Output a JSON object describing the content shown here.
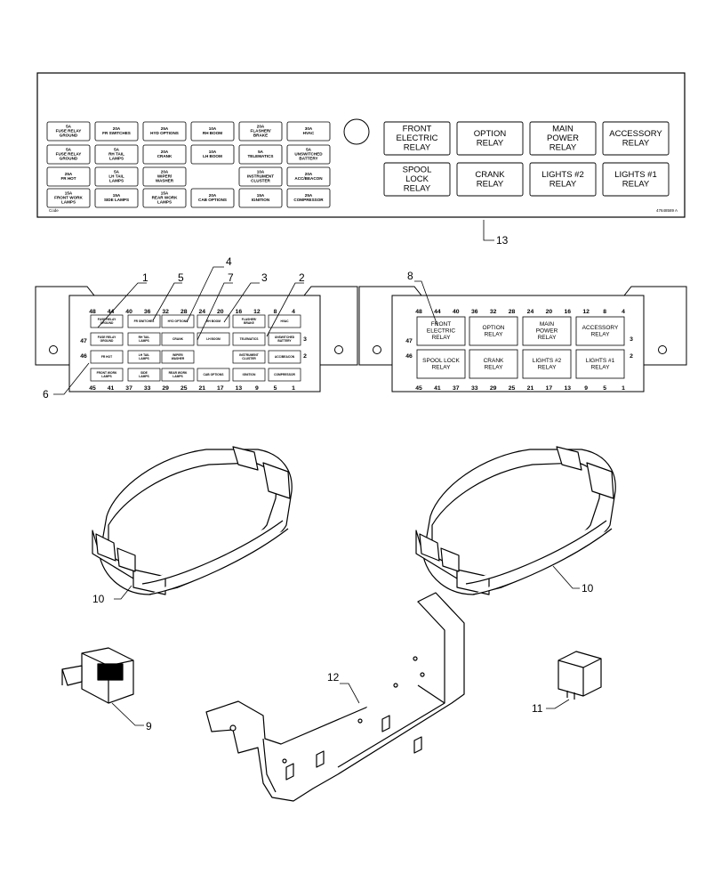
{
  "decal": {
    "fuses": [
      {
        "id": "f1",
        "lines": [
          "5A",
          "FUSE RELAY",
          "GROUND"
        ]
      },
      {
        "id": "f2",
        "lines": [
          "20A",
          "FR SWITCHES"
        ]
      },
      {
        "id": "f3",
        "lines": [
          "25A",
          "HYD OPTIONS"
        ]
      },
      {
        "id": "f4",
        "lines": [
          "10A",
          "RH BOOM"
        ]
      },
      {
        "id": "f5",
        "lines": [
          "20A",
          "FLASHER/",
          "BRAKE"
        ]
      },
      {
        "id": "f6",
        "lines": [
          "30A",
          "HVAC"
        ]
      },
      {
        "id": "f7",
        "lines": [
          "5A",
          "FUSE RELAY",
          "GROUND"
        ]
      },
      {
        "id": "f8",
        "lines": [
          "5A",
          "RH TAIL",
          "LAMPS"
        ]
      },
      {
        "id": "f9",
        "lines": [
          "20A",
          "CRANK"
        ]
      },
      {
        "id": "f10",
        "lines": [
          "10A",
          "LH BOOM"
        ]
      },
      {
        "id": "f11",
        "lines": [
          "5A",
          "TELEMATICS"
        ]
      },
      {
        "id": "f12",
        "lines": [
          "5A",
          "UNSWITCHED",
          "BATTERY"
        ]
      },
      {
        "id": "f13",
        "lines": [
          "25A",
          "FR HOT"
        ]
      },
      {
        "id": "f14",
        "lines": [
          "5A",
          "LH TAIL",
          "LAMPS"
        ]
      },
      {
        "id": "f15",
        "lines": [
          "20A",
          "WIPER/",
          "WASHER"
        ]
      },
      {
        "id": "f16",
        "lines": [
          "10A",
          "INSTRUMENT",
          "CLUSTER"
        ]
      },
      {
        "id": "f17",
        "lines": [
          "20A",
          "ACC/BEACON"
        ]
      },
      {
        "id": "f18",
        "lines": [
          "15A",
          "FRONT WORK",
          "LAMPS"
        ]
      },
      {
        "id": "f19",
        "lines": [
          "15A",
          "SIDE LAMPS"
        ]
      },
      {
        "id": "f20",
        "lines": [
          "15A",
          "REAR WORK",
          "LAMPS"
        ]
      },
      {
        "id": "f21",
        "lines": [
          "20A",
          "CAB OPTIONS"
        ]
      },
      {
        "id": "f22",
        "lines": [
          "15A",
          "IGNITION"
        ]
      },
      {
        "id": "f23",
        "lines": [
          "25A",
          "COMPRESSOR"
        ]
      }
    ],
    "relays": [
      {
        "id": "r1",
        "lines": [
          "FRONT",
          "ELECTRIC",
          "RELAY"
        ]
      },
      {
        "id": "r2",
        "lines": [
          "OPTION",
          "RELAY"
        ]
      },
      {
        "id": "r3",
        "lines": [
          "MAIN",
          "POWER",
          "RELAY"
        ]
      },
      {
        "id": "r4",
        "lines": [
          "ACCESSORY",
          "RELAY"
        ]
      },
      {
        "id": "r5",
        "lines": [
          "SPOOL",
          "LOCK",
          "RELAY"
        ]
      },
      {
        "id": "r6",
        "lines": [
          "CRANK",
          "RELAY"
        ]
      },
      {
        "id": "r7",
        "lines": [
          "LIGHTS #2",
          "RELAY"
        ]
      },
      {
        "id": "r8",
        "lines": [
          "LIGHTS #1",
          "RELAY"
        ]
      }
    ],
    "code_label": "Code",
    "part_number": "47648589 A"
  },
  "fuse_box": {
    "fuses": [
      {
        "id": "b1",
        "lines": [
          "FUSE RELAY",
          "GROUND"
        ]
      },
      {
        "id": "b2",
        "lines": [
          "FR SWITCHES"
        ]
      },
      {
        "id": "b3",
        "lines": [
          "HYD OPTIONS"
        ]
      },
      {
        "id": "b4",
        "lines": [
          "RH BOOM"
        ]
      },
      {
        "id": "b5",
        "lines": [
          "FLASHER/",
          "BRAKE"
        ]
      },
      {
        "id": "b6",
        "lines": [
          "HVAC"
        ]
      },
      {
        "id": "b7",
        "lines": [
          "FUSE RELAY",
          "GROUND"
        ]
      },
      {
        "id": "b8",
        "lines": [
          "RH TAIL",
          "LAMPS"
        ]
      },
      {
        "id": "b9",
        "lines": [
          "CRANK"
        ]
      },
      {
        "id": "b10",
        "lines": [
          "LH BOOM"
        ]
      },
      {
        "id": "b11",
        "lines": [
          "TELEMATICS"
        ]
      },
      {
        "id": "b12",
        "lines": [
          "UNSWITCHED",
          "BATTERY"
        ]
      },
      {
        "id": "b13",
        "lines": [
          "FR HOT"
        ]
      },
      {
        "id": "b14",
        "lines": [
          "LH TAIL",
          "LAMPS"
        ]
      },
      {
        "id": "b15",
        "lines": [
          "WIPER/",
          "WASHER"
        ]
      },
      {
        "id": "b16",
        "lines": [
          "INSTRUMENT",
          "CLUSTER"
        ]
      },
      {
        "id": "b17",
        "lines": [
          "ACC/BEACON"
        ]
      },
      {
        "id": "b18",
        "lines": [
          "FRONT WORK",
          "LAMPS"
        ]
      },
      {
        "id": "b19",
        "lines": [
          "SIDE",
          "LAMPS"
        ]
      },
      {
        "id": "b20",
        "lines": [
          "REAR WORK",
          "LAMPS"
        ]
      },
      {
        "id": "b21",
        "lines": [
          "CAB OPTIONS"
        ]
      },
      {
        "id": "b22",
        "lines": [
          "IGNITION"
        ]
      },
      {
        "id": "b23",
        "lines": [
          "COMPRESSOR"
        ]
      }
    ],
    "top_pins": [
      "48",
      "44",
      "40",
      "36",
      "32",
      "28",
      "24",
      "20",
      "16",
      "12",
      "8",
      "4"
    ],
    "bottom_pins": [
      "45",
      "41",
      "37",
      "33",
      "29",
      "25",
      "21",
      "17",
      "13",
      "9",
      "5",
      "1"
    ],
    "left_pins": [
      "47",
      "46"
    ],
    "right_pins": [
      "3",
      "2"
    ]
  },
  "relay_box": {
    "relays": [
      {
        "id": "q1",
        "lines": [
          "FRONT",
          "ELECTRIC",
          "RELAY"
        ]
      },
      {
        "id": "q2",
        "lines": [
          "OPTION",
          "RELAY"
        ]
      },
      {
        "id": "q3",
        "lines": [
          "MAIN",
          "POWER",
          "RELAY"
        ]
      },
      {
        "id": "q4",
        "lines": [
          "ACCESSORY",
          "RELAY"
        ]
      },
      {
        "id": "q5",
        "lines": [
          "SPOOL LOCK",
          "RELAY"
        ]
      },
      {
        "id": "q6",
        "lines": [
          "CRANK",
          "RELAY"
        ]
      },
      {
        "id": "q7",
        "lines": [
          "LIGHTS #2",
          "RELAY"
        ]
      },
      {
        "id": "q8",
        "lines": [
          "LIGHTS #1",
          "RELAY"
        ]
      }
    ],
    "top_pins": [
      "48",
      "44",
      "40",
      "36",
      "32",
      "28",
      "24",
      "20",
      "16",
      "12",
      "8",
      "4"
    ],
    "bottom_pins": [
      "45",
      "41",
      "37",
      "33",
      "29",
      "25",
      "21",
      "17",
      "13",
      "9",
      "5",
      "1"
    ],
    "left_pins": [
      "47",
      "46"
    ],
    "right_pins": [
      "3",
      "2"
    ]
  },
  "callouts": [
    "1",
    "2",
    "3",
    "4",
    "5",
    "6",
    "7",
    "8",
    "9",
    "10",
    "10",
    "11",
    "12",
    "13"
  ]
}
